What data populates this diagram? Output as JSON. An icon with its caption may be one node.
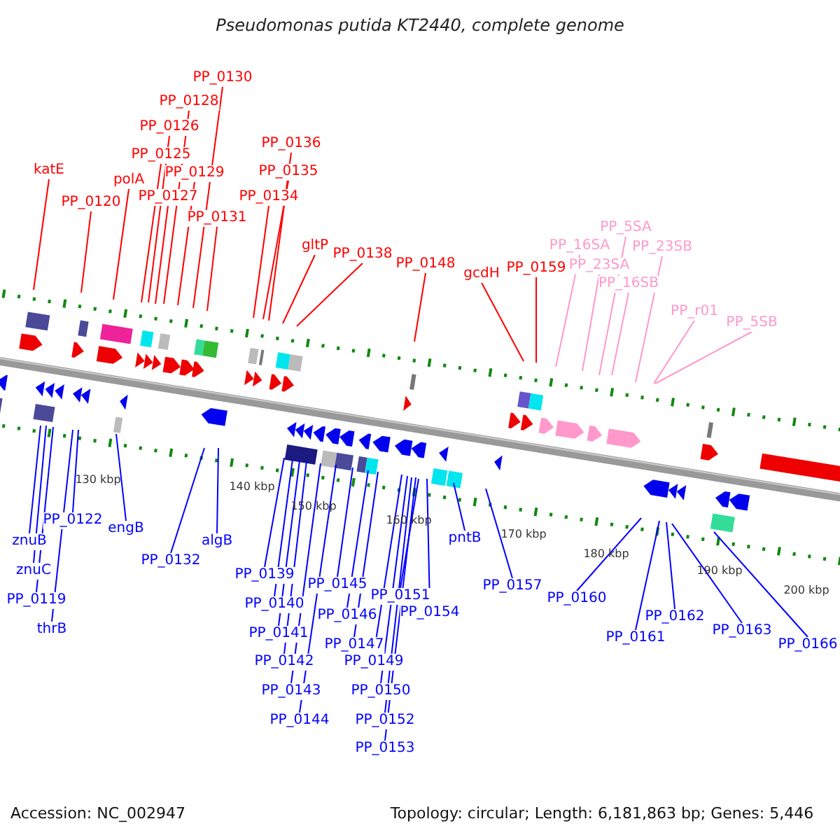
{
  "diagram": {
    "title": "Pseudomonas putida KT2440, complete genome",
    "nodes": [
      {
        "text": [
          "katE"
        ]
      },
      {
        "text": [
          "PP_0120"
        ]
      },
      {
        "text": [
          "polA"
        ]
      },
      {
        "text": [
          "PP_0125"
        ]
      },
      {
        "text": [
          "PP_0126"
        ]
      },
      {
        "text": [
          "PP_0127"
        ]
      },
      {
        "text": [
          "PP_0128"
        ]
      },
      {
        "text": [
          "PP_0129"
        ]
      },
      {
        "text": [
          "PP_0130"
        ]
      },
      {
        "text": [
          "PP_0131"
        ]
      },
      {
        "text": [
          "PP_0134"
        ]
      },
      {
        "text": [
          "PP_0135"
        ]
      },
      {
        "text": [
          "PP_0136"
        ]
      },
      {
        "text": [
          "gltP"
        ]
      },
      {
        "text": [
          "PP_0138"
        ]
      },
      {
        "text": [
          "PP_0148"
        ]
      },
      {
        "text": [
          "gcdH"
        ]
      },
      {
        "text": [
          "PP_0159"
        ]
      },
      {
        "text": [
          "PP_16SA"
        ]
      },
      {
        "text": [
          "PP_5SA"
        ]
      },
      {
        "text": [
          "PP_23SA"
        ]
      },
      {
        "text": [
          "PP_16SB"
        ]
      },
      {
        "text": [
          "PP_23SB"
        ]
      },
      {
        "text": [
          "PP_r01"
        ]
      },
      {
        "text": [
          "PP_5SB"
        ]
      },
      {
        "text": [
          "znuB"
        ]
      },
      {
        "text": [
          "znuC"
        ]
      },
      {
        "text": [
          "PP_0119"
        ]
      },
      {
        "text": [
          "thrB"
        ]
      },
      {
        "text": [
          "PP_0122"
        ]
      },
      {
        "text": [
          "engB"
        ]
      },
      {
        "text": [
          "PP_0132"
        ]
      },
      {
        "text": [
          "algB"
        ]
      },
      {
        "text": [
          "PP_0139"
        ]
      },
      {
        "text": [
          "PP_0140"
        ]
      },
      {
        "text": [
          "PP_0141"
        ]
      },
      {
        "text": [
          "PP_0142"
        ]
      },
      {
        "text": [
          "PP_0143"
        ]
      },
      {
        "text": [
          "PP_0144"
        ]
      },
      {
        "text": [
          "PP_0145"
        ]
      },
      {
        "text": [
          "PP_0146"
        ]
      },
      {
        "text": [
          "PP_0147"
        ]
      },
      {
        "text": [
          "PP_0149"
        ]
      },
      {
        "text": [
          "PP_0150"
        ]
      },
      {
        "text": [
          "PP_0152"
        ]
      },
      {
        "text": [
          "PP_0153"
        ]
      },
      {
        "text": [
          "PP_0151"
        ]
      },
      {
        "text": [
          "PP_0154"
        ]
      },
      {
        "text": [
          "pntB"
        ]
      },
      {
        "text": [
          "PP_0157"
        ]
      },
      {
        "text": [
          "PP_0160"
        ]
      },
      {
        "text": [
          "PP_0161"
        ]
      },
      {
        "text": [
          "PP_0162"
        ]
      },
      {
        "text": [
          "PP_0163"
        ]
      },
      {
        "text": [
          "PP_0166"
        ]
      }
    ],
    "edges": [
      {
        "from": 0,
        "to": null,
        "arrow": "none",
        "color": "#ff0000"
      },
      {
        "from": 1,
        "to": null,
        "arrow": "none",
        "color": "#ff0000"
      },
      {
        "from": 2,
        "to": null,
        "arrow": "none",
        "color": "#ff0000"
      },
      {
        "from": 3,
        "to": null,
        "arrow": "none",
        "color": "#ff0000"
      },
      {
        "from": 4,
        "to": null,
        "arrow": "none",
        "color": "#ff0000"
      },
      {
        "from": 5,
        "to": null,
        "arrow": "none",
        "color": "#ff0000"
      },
      {
        "from": 6,
        "to": null,
        "arrow": "none",
        "color": "#ff0000"
      },
      {
        "from": 7,
        "to": null,
        "arrow": "none",
        "color": "#ff0000"
      },
      {
        "from": 8,
        "to": null,
        "arrow": "none",
        "color": "#ff0000"
      },
      {
        "from": 9,
        "to": null,
        "arrow": "none",
        "color": "#ff0000"
      },
      {
        "from": 10,
        "to": null,
        "arrow": "none",
        "color": "#ff0000"
      },
      {
        "from": 11,
        "to": null,
        "arrow": "none",
        "color": "#ff0000"
      },
      {
        "from": 12,
        "to": null,
        "arrow": "none",
        "color": "#ff0000"
      },
      {
        "from": 13,
        "to": null,
        "arrow": "none",
        "color": "#ff0000"
      },
      {
        "from": 14,
        "to": null,
        "arrow": "none",
        "color": "#ff0000"
      },
      {
        "from": 15,
        "to": null,
        "arrow": "none",
        "color": "#ff0000"
      },
      {
        "from": 16,
        "to": null,
        "arrow": "none",
        "color": "#ff0000"
      },
      {
        "from": 17,
        "to": null,
        "arrow": "none",
        "color": "#ff0000"
      },
      {
        "from": 18,
        "to": null,
        "arrow": "none",
        "color": "#ff99cc"
      },
      {
        "from": 19,
        "to": null,
        "arrow": "none",
        "color": "#ff99cc"
      },
      {
        "from": 20,
        "to": null,
        "arrow": "none",
        "color": "#ff99cc"
      },
      {
        "from": 21,
        "to": null,
        "arrow": "none",
        "color": "#ff99cc"
      },
      {
        "from": 22,
        "to": null,
        "arrow": "none",
        "color": "#ff99cc"
      },
      {
        "from": 23,
        "to": null,
        "arrow": "none",
        "color": "#ff99cc"
      },
      {
        "from": 24,
        "to": null,
        "arrow": "none",
        "color": "#ff99cc"
      },
      {
        "from": 25,
        "to": null,
        "arrow": "none"
      },
      {
        "from": 26,
        "to": null,
        "arrow": "none"
      },
      {
        "from": 27,
        "to": null,
        "arrow": "none"
      },
      {
        "from": 28,
        "to": null,
        "arrow": "none"
      },
      {
        "from": 29,
        "to": null,
        "arrow": "none"
      },
      {
        "from": 30,
        "to": null,
        "arrow": "none"
      },
      {
        "from": 31,
        "to": null,
        "arrow": "none"
      },
      {
        "from": 32,
        "to": null,
        "arrow": "none"
      },
      {
        "from": 33,
        "to": null,
        "arrow": "none"
      },
      {
        "from": 34,
        "to": null,
        "arrow": "none"
      },
      {
        "from": 35,
        "to": null,
        "arrow": "none"
      },
      {
        "from": 36,
        "to": null,
        "arrow": "none"
      },
      {
        "from": 37,
        "to": null,
        "arrow": "none"
      },
      {
        "from": 38,
        "to": null,
        "arrow": "none"
      },
      {
        "from": 39,
        "to": null,
        "arrow": "none"
      },
      {
        "from": 40,
        "to": null,
        "arrow": "none"
      },
      {
        "from": 41,
        "to": null,
        "arrow": "none"
      },
      {
        "from": 42,
        "to": null,
        "arrow": "none"
      },
      {
        "from": 43,
        "to": null,
        "arrow": "none"
      },
      {
        "from": 44,
        "to": null,
        "arrow": "none"
      },
      {
        "from": 45,
        "to": null,
        "arrow": "none"
      },
      {
        "from": 46,
        "to": null,
        "arrow": "none"
      },
      {
        "from": 47,
        "to": null,
        "arrow": "none"
      },
      {
        "from": 48,
        "to": null,
        "arrow": "none"
      },
      {
        "from": 49,
        "to": null,
        "arrow": "none"
      },
      {
        "from": 50,
        "to": null,
        "arrow": "none"
      },
      {
        "from": 51,
        "to": null,
        "arrow": "none"
      },
      {
        "from": 52,
        "to": null,
        "arrow": "none"
      },
      {
        "from": 53,
        "to": null,
        "arrow": "none"
      },
      {
        "from": 54,
        "to": null,
        "arrow": "none"
      }
    ],
    "labels": [
      "130 kbp",
      "140 kbp",
      "150 kbp",
      "160 kbp",
      "170 kbp",
      "180 kbp",
      "190 kbp",
      "200 kbp",
      "Accession: NC_002947",
      "Topology: circular; Length: 6,181,863 bp; Genes: 5,446"
    ]
  }
}
